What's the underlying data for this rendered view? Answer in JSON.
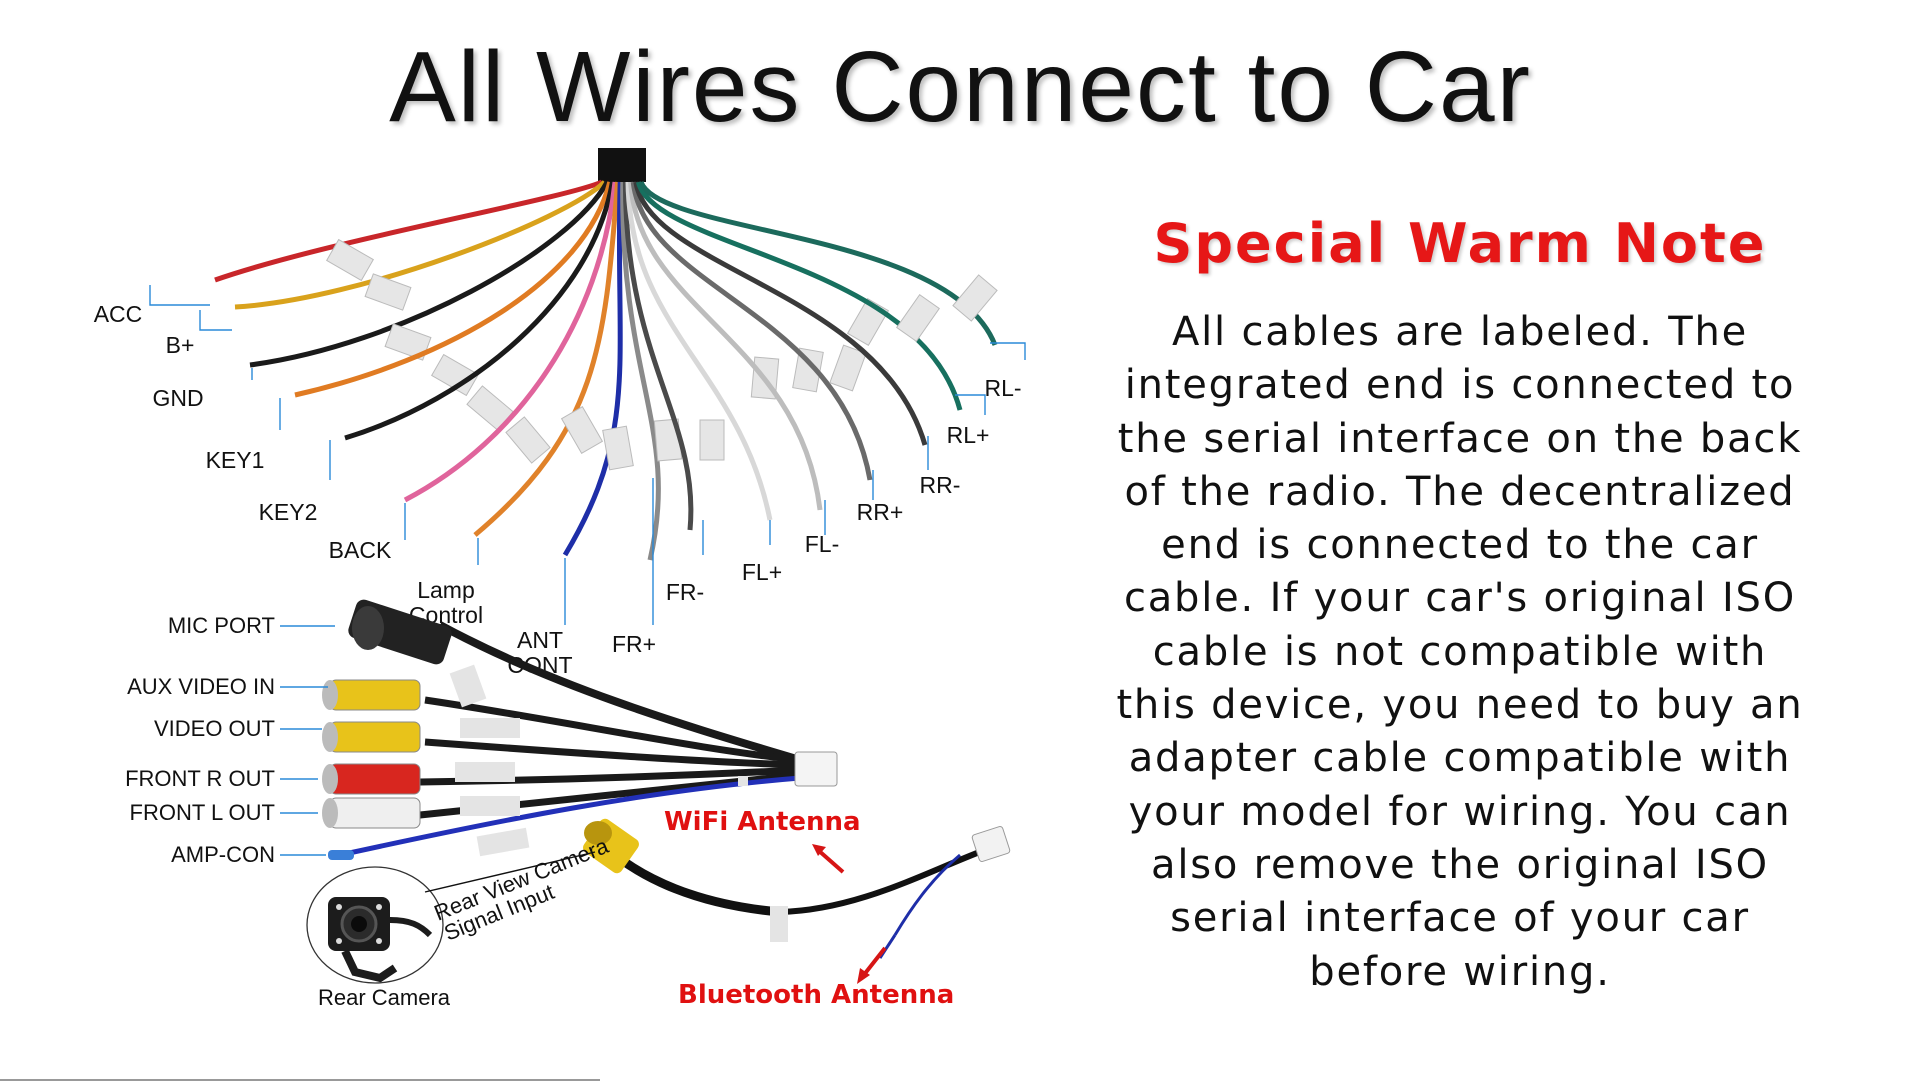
{
  "title": "All Wires Connect to Car",
  "note": {
    "heading": "Special Warm Note",
    "heading_color": "#e61717",
    "lines": [
      "All cables are labeled. The",
      "integrated end is connected to",
      "the serial interface on the back",
      "of the radio. The decentralized",
      "end is connected to the car",
      "cable. If your car's original ISO",
      "cable is not compatible with",
      "this device, you need to buy an",
      "adapter cable compatible with",
      "your model for wiring. You can",
      "also remove the original ISO",
      "serial interface of your car",
      "before wiring."
    ]
  },
  "wires": [
    {
      "label": "ACC",
      "color": "#c8262a"
    },
    {
      "label": "B+",
      "color": "#d9a21c"
    },
    {
      "label": "GND",
      "color": "#1a1a1a"
    },
    {
      "label": "KEY1",
      "color": "#e07b22"
    },
    {
      "label": "KEY2",
      "color": "#1a1a1a"
    },
    {
      "label": "BACK",
      "color": "#e0649c"
    },
    {
      "label": "Lamp Control",
      "color": "#e0822a"
    },
    {
      "label": "ANT CONT",
      "color": "#1e2ea8"
    },
    {
      "label": "FR+",
      "color": "#8a8a8a"
    },
    {
      "label": "FR-",
      "color": "#4a4a4a"
    },
    {
      "label": "FL+",
      "color": "#d8d8d8"
    },
    {
      "label": "FL-",
      "color": "#bdbdbd"
    },
    {
      "label": "RR+",
      "color": "#6a6a6a"
    },
    {
      "label": "RR-",
      "color": "#3a3a3a"
    },
    {
      "label": "RL+",
      "color": "#17705f"
    },
    {
      "label": "RL-",
      "color": "#1c6a5c"
    }
  ],
  "ports": [
    {
      "label": "MIC PORT"
    },
    {
      "label": "AUX VIDEO IN",
      "color": "#e8c31a"
    },
    {
      "label": "VIDEO OUT",
      "color": "#e8c31a"
    },
    {
      "label": "FRONT R OUT",
      "color": "#d8261f"
    },
    {
      "label": "FRONT L OUT",
      "color": "#efefef"
    },
    {
      "label": "AMP-CON",
      "color": "#3a7fd8"
    }
  ],
  "camera": {
    "rear_camera_label": "Rear Camera",
    "signal_input_line1": "Rear View Camera",
    "signal_input_line2": "Signal Input"
  },
  "antennas": {
    "wifi": "WiFi Antenna",
    "bluetooth": "Bluetooth Antenna"
  }
}
